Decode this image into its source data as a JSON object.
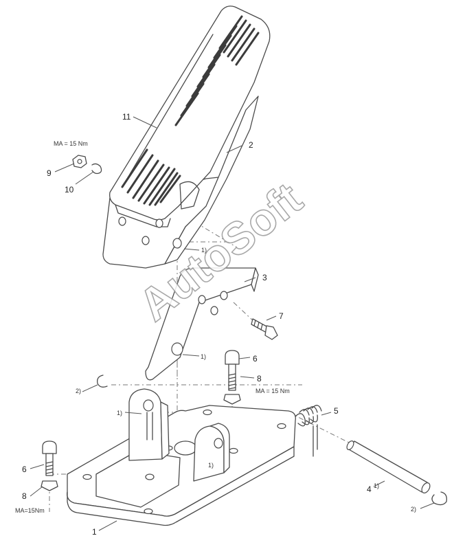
{
  "watermark": "AutoSoft",
  "labels": {
    "p1": "1",
    "p2": "2",
    "p3": "3",
    "p4": "4",
    "p4_sup": "1)",
    "p5": "5",
    "p6a": "6",
    "p6b": "6",
    "p7": "7",
    "p8a": "8",
    "p8b": "8",
    "p9": "9",
    "p10": "10",
    "p11": "11"
  },
  "torque": {
    "t9": "MA = 15 Nm",
    "t8": "MA = 15 Nm",
    "t8b": "MA=15Nm"
  },
  "notes": {
    "n1_pedal": "1)",
    "n1_lever": "1)",
    "n1_bracket": "1)",
    "n1_bracket2": "1)",
    "n2_left": "2)",
    "n2_right": "2)"
  }
}
